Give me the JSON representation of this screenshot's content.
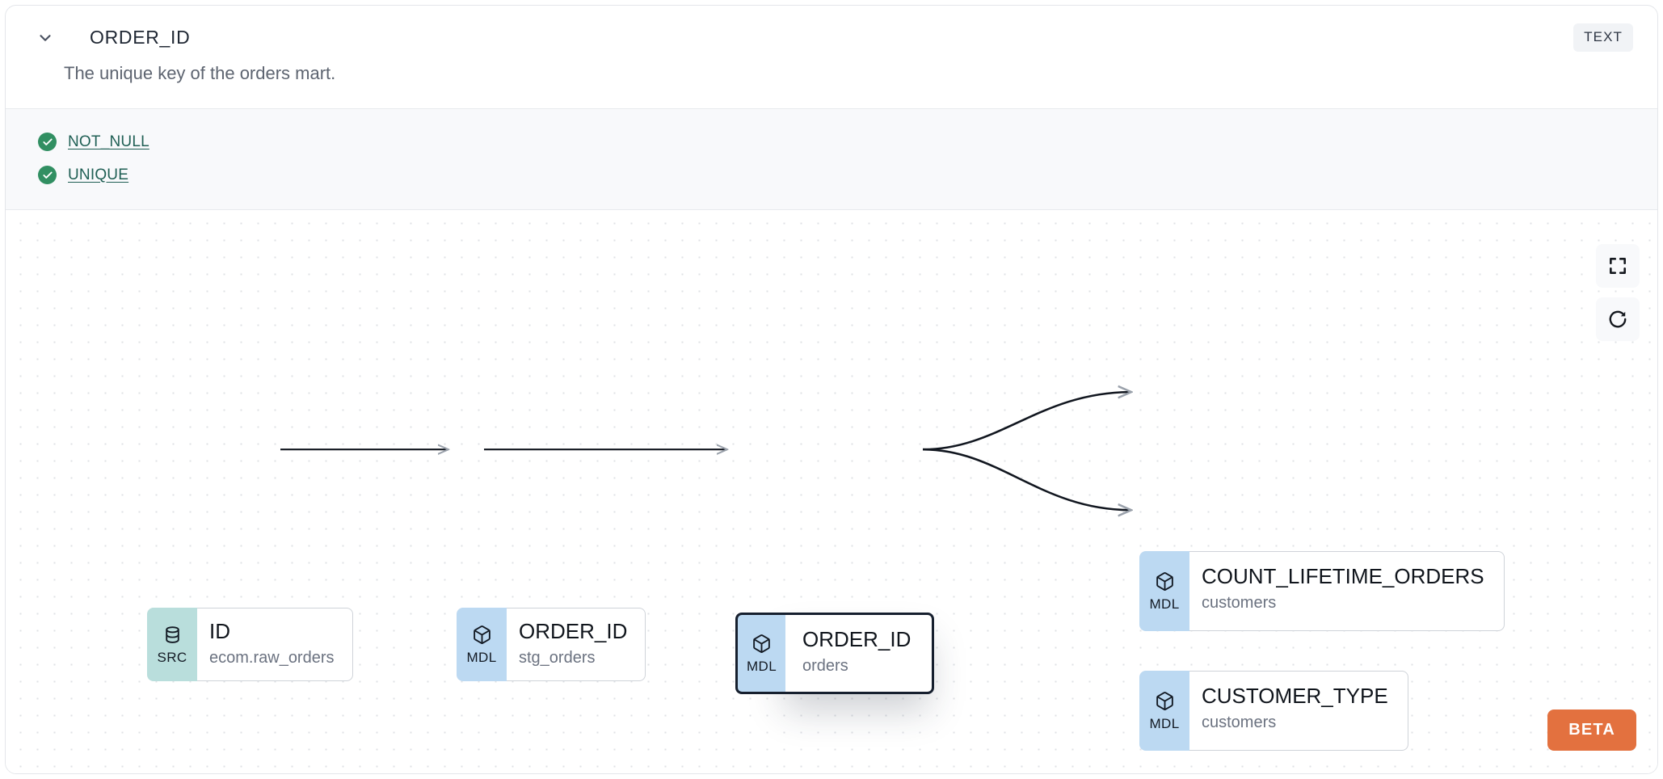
{
  "header": {
    "chevron_icon": "chevron-down-icon",
    "column_name": "ORDER_ID",
    "type_badge": "TEXT",
    "description": "The unique key of the orders mart."
  },
  "tests": [
    {
      "icon": "check-circle-icon",
      "label": "NOT_NULL",
      "status": "pass"
    },
    {
      "icon": "check-circle-icon",
      "label": "UNIQUE",
      "status": "pass"
    }
  ],
  "lineage_graph": {
    "nodes": [
      {
        "id": "src",
        "badge": "SRC",
        "badge_icon": "database-icon",
        "name": "ID",
        "sub": "ecom.raw_orders",
        "selected": false
      },
      {
        "id": "stg",
        "badge": "MDL",
        "badge_icon": "cube-icon",
        "name": "ORDER_ID",
        "sub": "stg_orders",
        "selected": false
      },
      {
        "id": "orders",
        "badge": "MDL",
        "badge_icon": "cube-icon",
        "name": "ORDER_ID",
        "sub": "orders",
        "selected": true
      },
      {
        "id": "count",
        "badge": "MDL",
        "badge_icon": "cube-icon",
        "name": "COUNT_LIFETIME_ORDERS",
        "sub": "customers",
        "selected": false
      },
      {
        "id": "custtype",
        "badge": "MDL",
        "badge_icon": "cube-icon",
        "name": "CUSTOMER_TYPE",
        "sub": "customers",
        "selected": false
      }
    ],
    "edges": [
      {
        "from": "src",
        "to": "stg"
      },
      {
        "from": "stg",
        "to": "orders"
      },
      {
        "from": "orders",
        "to": "count"
      },
      {
        "from": "orders",
        "to": "custtype"
      }
    ]
  },
  "controls": [
    {
      "name": "fit-view-button",
      "icon": "fullscreen-icon"
    },
    {
      "name": "refresh-button",
      "icon": "refresh-icon"
    }
  ],
  "beta_badge": "BETA",
  "colors": {
    "src_badge": "#b9dedc",
    "mdl_badge": "#bcd9f2",
    "test_pass": "#318f62",
    "test_link": "#1f5f54",
    "selected_border": "#161f2e",
    "beta": "#e3713f"
  }
}
